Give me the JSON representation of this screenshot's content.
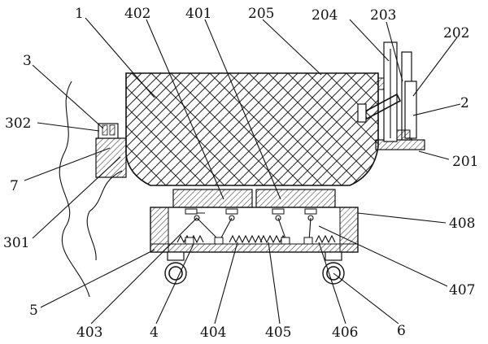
{
  "labels": {
    "l1": "1",
    "l402": "402",
    "l401": "401",
    "l205": "205",
    "l204": "204",
    "l203": "203",
    "l202": "202",
    "l3": "3",
    "l2": "2",
    "l302": "302",
    "l201": "201",
    "l7": "7",
    "l408": "408",
    "l301": "301",
    "l407": "407",
    "l5": "5",
    "l403": "403",
    "l4": "4",
    "l404": "404",
    "l405": "405",
    "l406": "406",
    "l6": "6"
  }
}
